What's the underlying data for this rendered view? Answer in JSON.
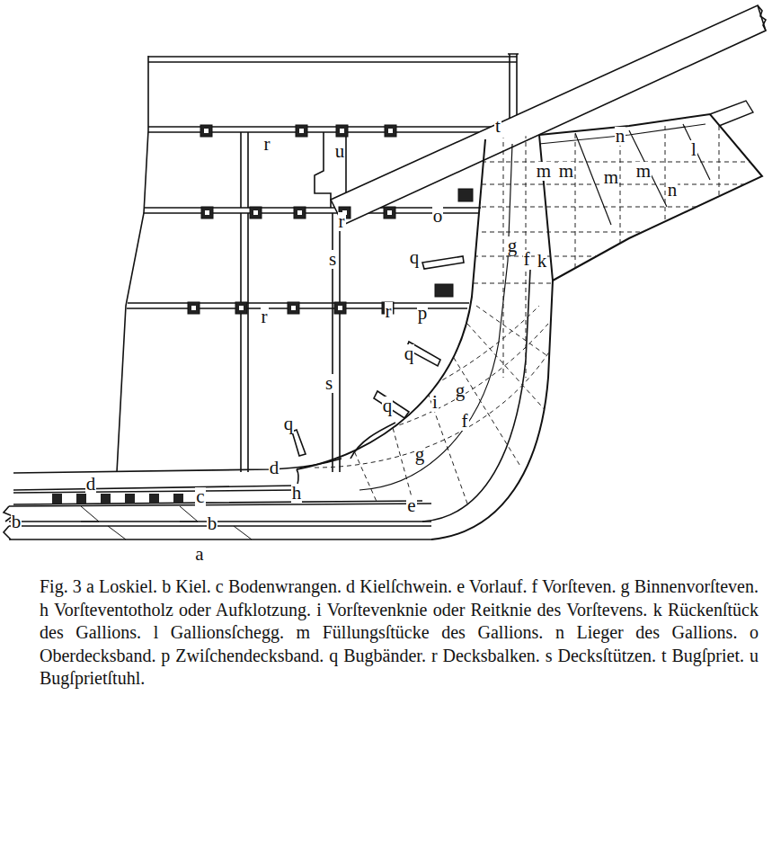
{
  "diagram": {
    "caption": "Fig. 3 a Loskiel. b Kiel. c Bodenwrangen. d Kielſchwein. e Vorlauf. f Vorſteven. g Binnenvorſteven. h Vorſteventotholz oder Aufklotzung. i Vorſtevenknie oder Reitknie des Vorſtevens. k Rückenſtück des Gallions. l Gallionsſchegg. m Füllungsſtücke des Gallions. n Lieger des Gallions. o Oberdecksband. p Zwiſchendecksband. q Bugbänder. r Decksbalken. s Decksſtützen. t Bugſpriet. u Bugſprietſtuhl.",
    "labels": [
      "a",
      "b",
      "b",
      "c",
      "d",
      "d",
      "e",
      "f",
      "f",
      "g",
      "g",
      "g",
      "h",
      "i",
      "k",
      "l",
      "m",
      "m",
      "m",
      "m",
      "n",
      "n",
      "o",
      "p",
      "q",
      "q",
      "q",
      "q",
      "r",
      "r",
      "r",
      "r",
      "s",
      "s",
      "t",
      "u"
    ]
  }
}
